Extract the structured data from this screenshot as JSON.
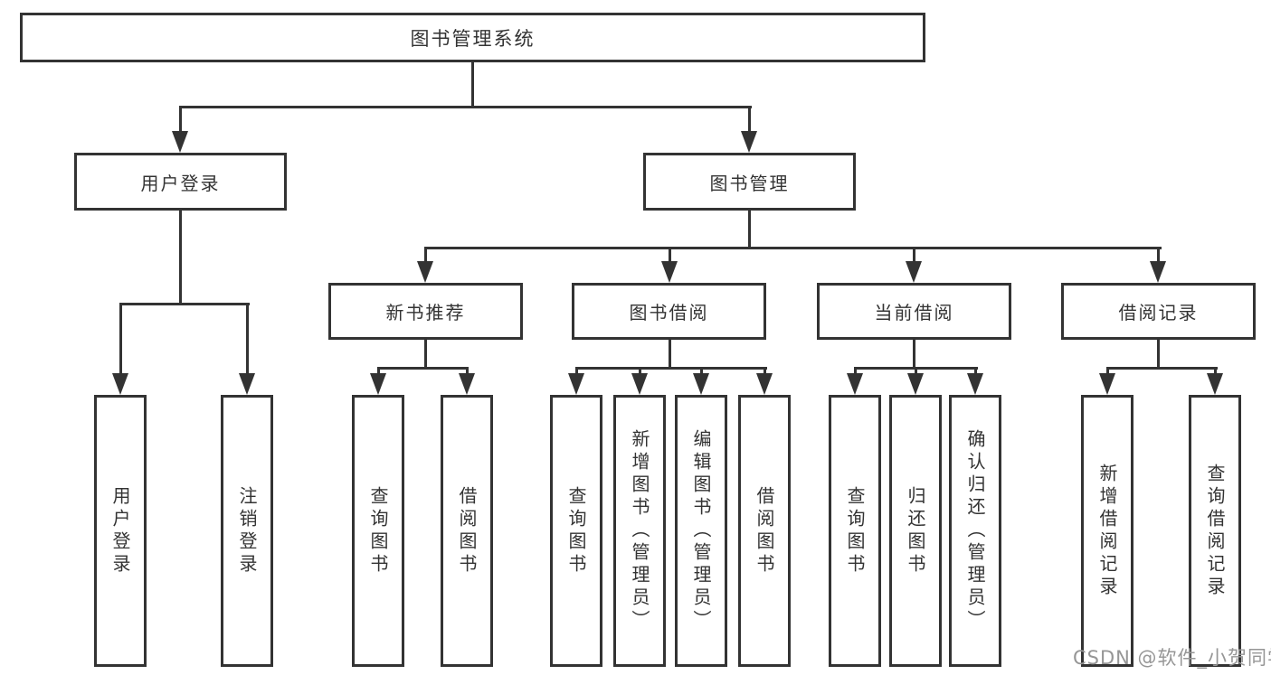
{
  "diagram": {
    "root": "图书管理系统",
    "level2": [
      "用户登录",
      "图书管理"
    ],
    "level3": [
      "新书推荐",
      "图书借阅",
      "当前借阅",
      "借阅记录"
    ],
    "leaves": {
      "user_login": [
        "用户登录",
        "注销登录"
      ],
      "new_books": [
        "查询图书",
        "借阅图书"
      ],
      "book_borrow": [
        "查询图书",
        "新增图书（管理员）",
        "编辑图书（管理员）",
        "借阅图书"
      ],
      "current_borrow": [
        "查询图书",
        "归还图书",
        "确认归还（管理员）"
      ],
      "borrow_records": [
        "新增借阅记录",
        "查询借阅记录"
      ]
    }
  },
  "watermark": "CSDN @软件_小贺同学",
  "colors": {
    "line": "#333333",
    "text": "#333333",
    "background": "#ffffff",
    "watermark": "#969696"
  }
}
